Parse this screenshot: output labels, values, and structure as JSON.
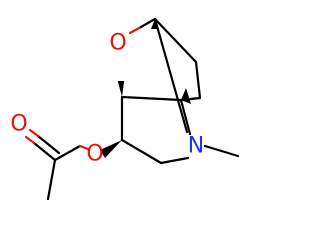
{
  "colors": {
    "background": "#ffffff",
    "bond": "#000000",
    "oxygen": "#e8130a",
    "nitrogen": "#2433e0"
  },
  "atoms": {
    "ring_oxygen": "O",
    "carbonyl_oxygen": "O",
    "ester_oxygen": "O",
    "nitrogen": "N"
  }
}
